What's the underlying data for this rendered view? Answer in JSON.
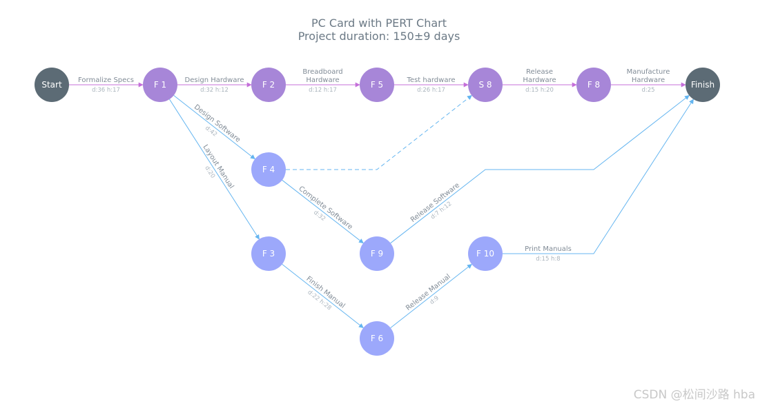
{
  "title": "PC Card with PERT Chart",
  "subtitle": "Project duration: 150±9 days",
  "watermark": "CSDN @松间沙路 hba",
  "colors": {
    "start_finish": "#5c6b75",
    "critical_node": "#a786d8",
    "normal_node": "#9ca8fb",
    "critical_edge": "#c46fd9",
    "normal_edge": "#64b5f0",
    "text": "#808b96",
    "meta": "#aab4bd"
  },
  "nodes": [
    {
      "id": "start",
      "label": "Start",
      "kind": "milestone"
    },
    {
      "id": "f1",
      "label": "F 1",
      "kind": "critical"
    },
    {
      "id": "f2",
      "label": "F 2",
      "kind": "critical"
    },
    {
      "id": "f5",
      "label": "F 5",
      "kind": "critical"
    },
    {
      "id": "s8",
      "label": "S 8",
      "kind": "critical"
    },
    {
      "id": "f8",
      "label": "F 8",
      "kind": "critical"
    },
    {
      "id": "finish",
      "label": "Finish",
      "kind": "milestone"
    },
    {
      "id": "f4",
      "label": "F 4",
      "kind": "normal"
    },
    {
      "id": "f3",
      "label": "F 3",
      "kind": "normal"
    },
    {
      "id": "f9",
      "label": "F 9",
      "kind": "normal"
    },
    {
      "id": "f6",
      "label": "F 6",
      "kind": "normal"
    },
    {
      "id": "f10",
      "label": "F 10",
      "kind": "normal"
    }
  ],
  "edges": [
    {
      "from": "start",
      "to": "f1",
      "name": [
        "Formalize Specs"
      ],
      "meta": "d:36 h:17",
      "critical": true
    },
    {
      "from": "f1",
      "to": "f2",
      "name": [
        "Design Hardware"
      ],
      "meta": "d:32 h:12",
      "critical": true
    },
    {
      "from": "f2",
      "to": "f5",
      "name": [
        "Breadboard",
        "Hardware"
      ],
      "meta": "d:12 h:17",
      "critical": true
    },
    {
      "from": "f5",
      "to": "s8",
      "name": [
        "Test hardware"
      ],
      "meta": "d:26 h:17",
      "critical": true
    },
    {
      "from": "s8",
      "to": "f8",
      "name": [
        "Release",
        "Hardware"
      ],
      "meta": "d:15 h:20",
      "critical": true
    },
    {
      "from": "f8",
      "to": "finish",
      "name": [
        "Manufacture",
        "Hardware"
      ],
      "meta": "d:25",
      "critical": true
    },
    {
      "from": "f1",
      "to": "f4",
      "name": [
        "Design Software"
      ],
      "meta": "d:42",
      "critical": false
    },
    {
      "from": "f1",
      "to": "f3",
      "name": [
        "Layout Manual"
      ],
      "meta": "d:20",
      "critical": false
    },
    {
      "from": "f4",
      "to": "s8",
      "name": [],
      "meta": "",
      "critical": false,
      "dashed": true
    },
    {
      "from": "f4",
      "to": "f9",
      "name": [
        "Complete Software"
      ],
      "meta": "d:32",
      "critical": false
    },
    {
      "from": "f9",
      "to": "finish",
      "name": [
        "Release Software"
      ],
      "meta": "d:7 h:12",
      "critical": false
    },
    {
      "from": "f3",
      "to": "f6",
      "name": [
        "Finish Manual"
      ],
      "meta": "d:22 h:28",
      "critical": false
    },
    {
      "from": "f6",
      "to": "f10",
      "name": [
        "Release Manual"
      ],
      "meta": "d:9",
      "critical": false
    },
    {
      "from": "f10",
      "to": "finish",
      "name": [
        "Print Manuals"
      ],
      "meta": "d:15 h:8",
      "critical": false
    }
  ]
}
